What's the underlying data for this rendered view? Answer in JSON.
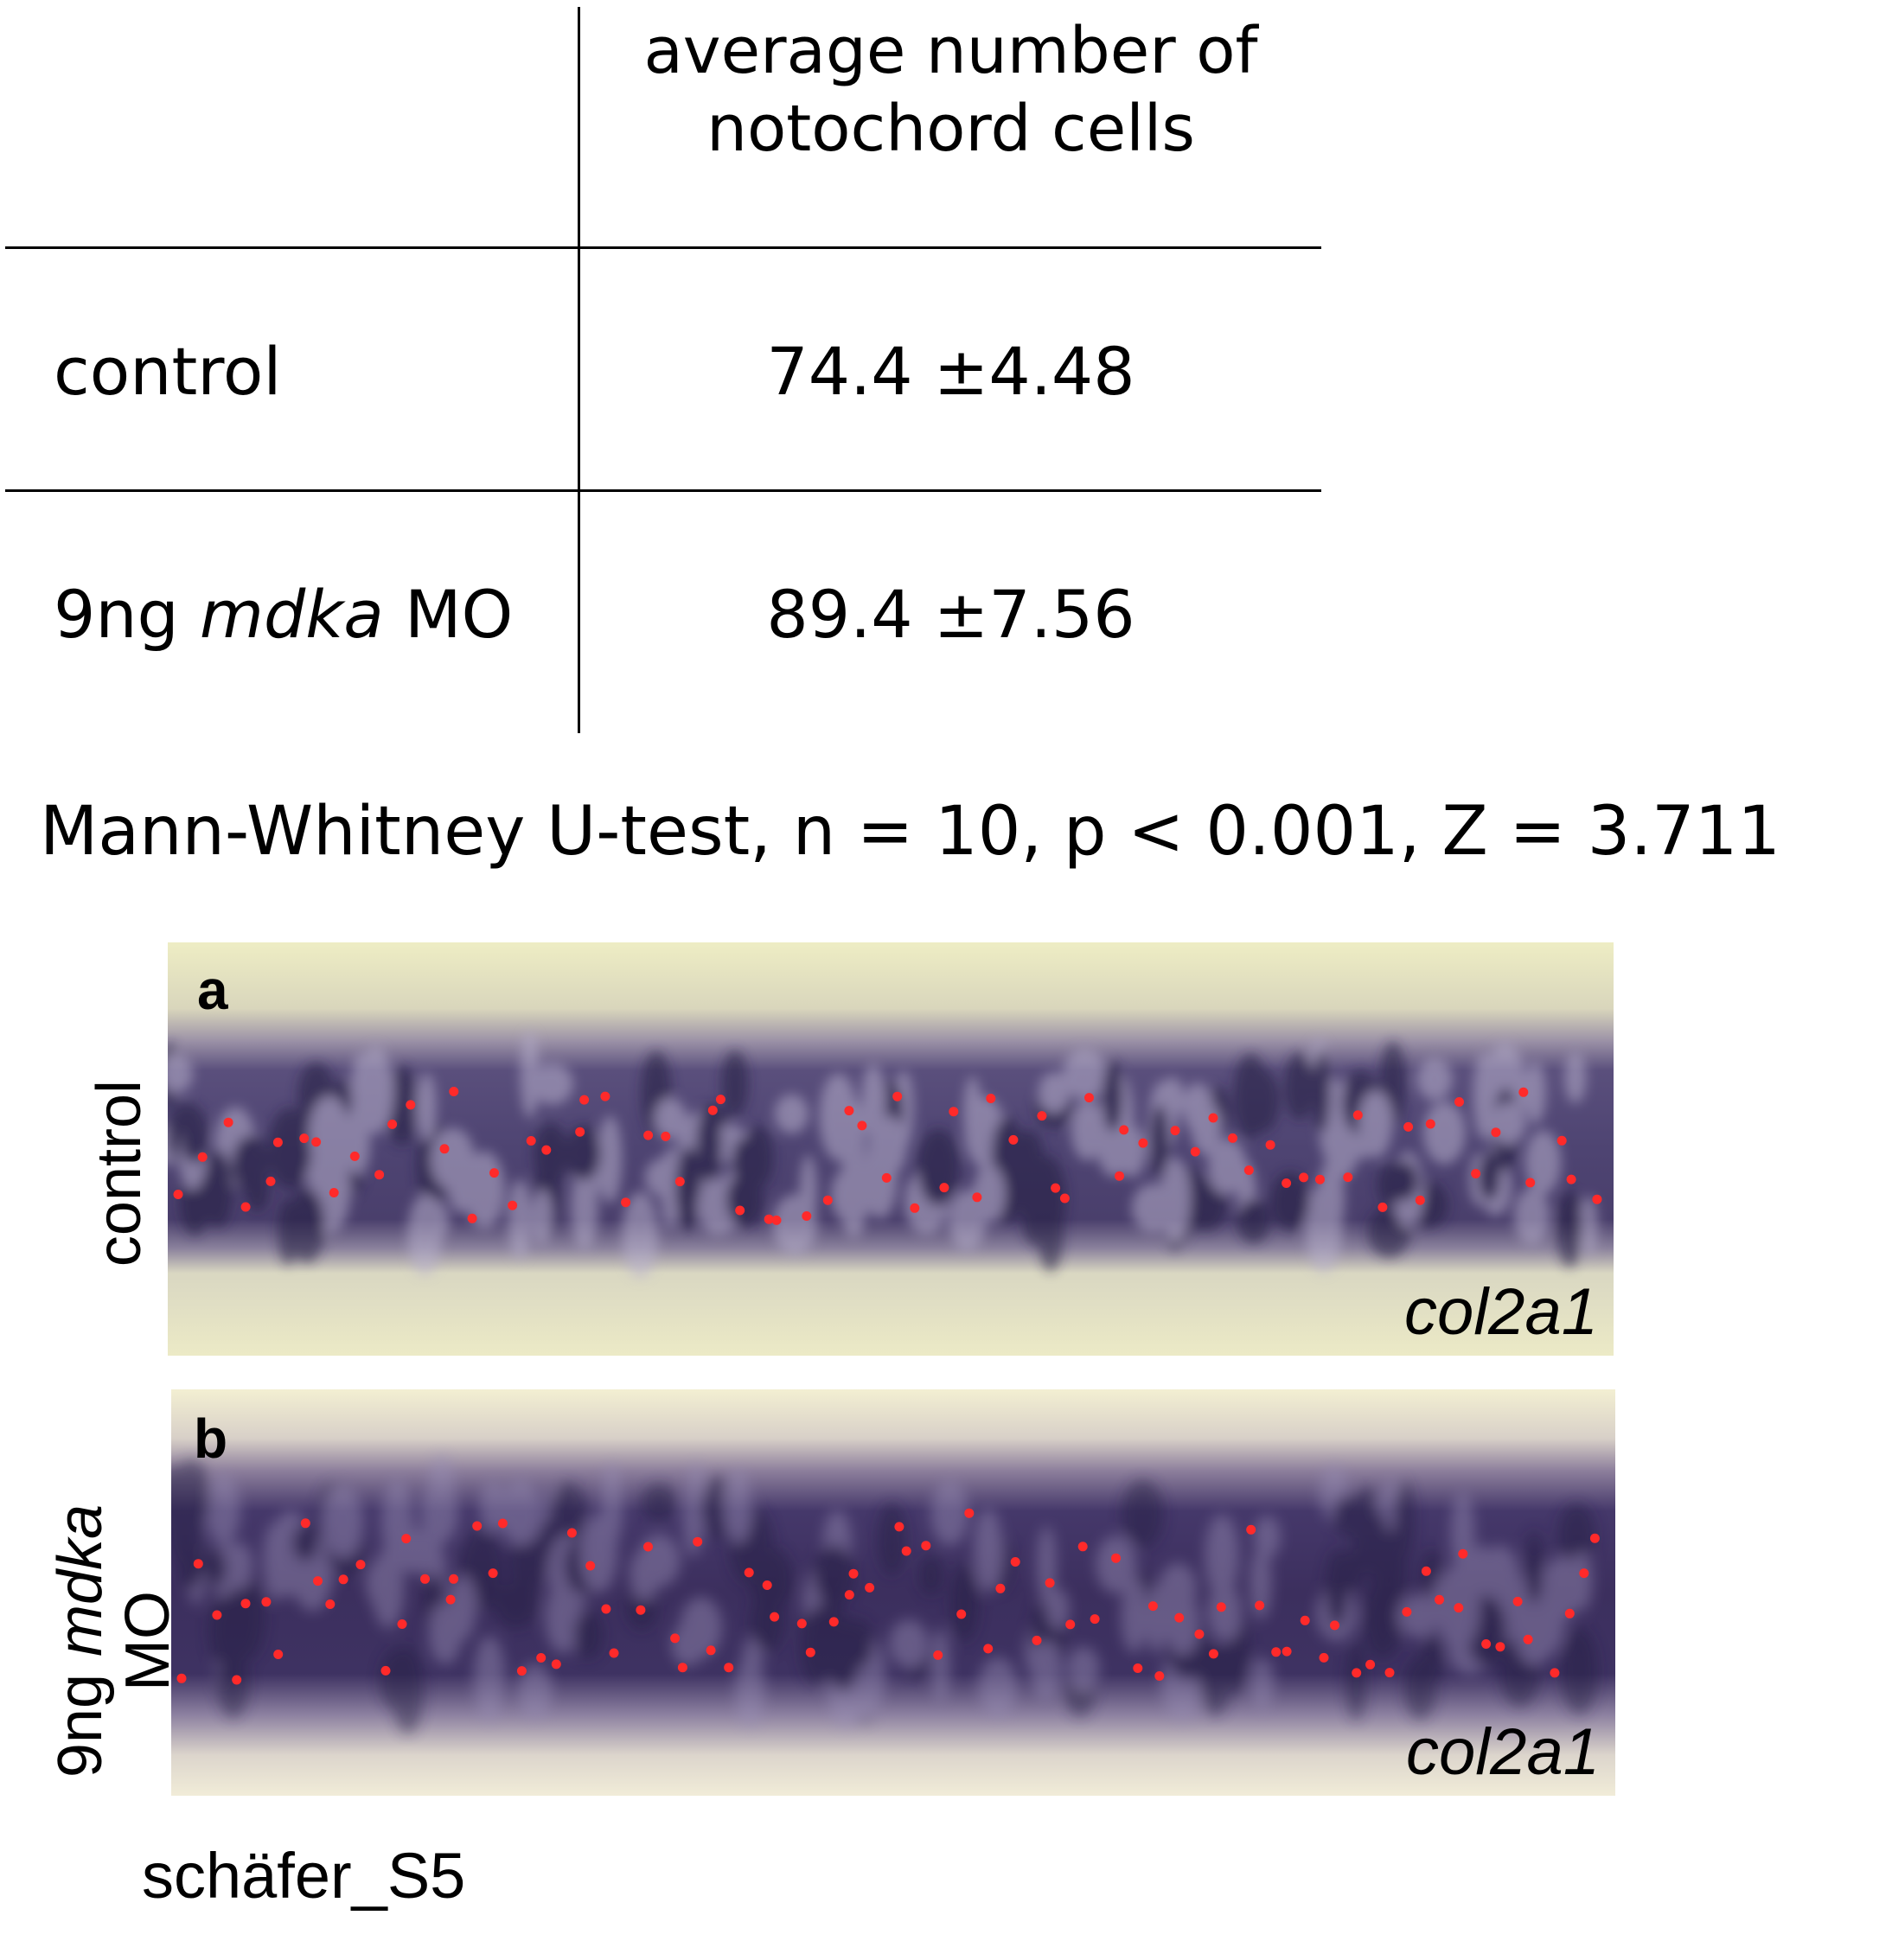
{
  "table": {
    "header_line1": "average number of",
    "header_line2": "notochord cells",
    "rows": [
      {
        "label": "control",
        "label_italic": "",
        "label_suffix": "",
        "value": "74.4 ±4.48"
      },
      {
        "label": "9ng ",
        "label_italic": "mdka",
        "label_suffix": " MO",
        "value": "89.4 ±7.56"
      }
    ]
  },
  "stats": "Mann-Whitney U-test, n = 10, p < 0.001, Z = 3.711",
  "panels": {
    "a": {
      "letter": "a",
      "gene": "col2a1",
      "side_label": "control"
    },
    "b": {
      "letter": "b",
      "gene": "col2a1",
      "side_prefix": "9ng ",
      "side_italic": "mdka",
      "side_line2": "MO"
    }
  },
  "footer": "schäfer_S5",
  "colors": {
    "dot": "#ff2a2a",
    "tissue_light": "#f0efc8",
    "tissue_dark": "#4a3f6e"
  }
}
